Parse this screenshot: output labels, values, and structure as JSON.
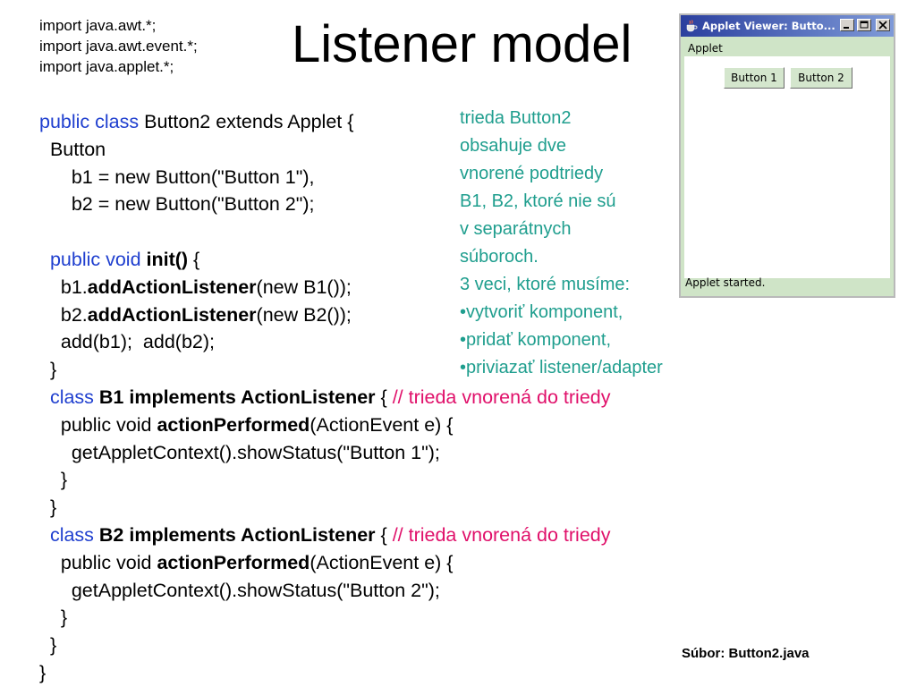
{
  "slide": {
    "title": "Listener model",
    "imports": [
      "import java.awt.*;",
      "import java.awt.event.*;",
      "import java.applet.*;"
    ],
    "file_label": "Súbor: Button2.java"
  },
  "code": {
    "l1_kw": "public class",
    "l1_rest": " Button2 extends Applet {",
    "l2": "  Button",
    "l3": "      b1 = new Button(\"Button 1\"),",
    "l4": "      b2 = new Button(\"Button 2\");",
    "l6_kw": "  public void ",
    "l6_bold": "init()",
    "l6_rest": " {",
    "l7_a": "    b1.",
    "l7_bold": "addActionListener",
    "l7_c": "(new B1());",
    "l8_a": "    b2.",
    "l8_bold": "addActionListener",
    "l8_c": "(new B2());",
    "l9": "    add(b1);  add(b2);",
    "l10": "  }",
    "l11_kw": "  class ",
    "l11_bold": "B1 implements ActionListener",
    "l11_rest": " { ",
    "l11_comment": "// trieda vnorená do triedy",
    "l12_a": "    public void ",
    "l12_bold": "actionPerformed",
    "l12_c": "(ActionEvent e) {",
    "l13": "      getAppletContext().showStatus(\"Button 1\");",
    "l14": "    }",
    "l15": "  }",
    "l16_kw": "  class ",
    "l16_bold": "B2 implements ActionListener",
    "l16_rest": " { ",
    "l16_comment": "// trieda vnorená do triedy",
    "l17_a": "    public void ",
    "l17_bold": "actionPerformed",
    "l17_c": "(ActionEvent e) {",
    "l18": "      getAppletContext().showStatus(\"Button 2\");",
    "l19": "    }",
    "l20": "  }",
    "l21": "}"
  },
  "note": {
    "lines": [
      "trieda Button2",
      "obsahuje dve",
      "vnorené podtriedy",
      "B1, B2, ktoré nie sú",
      "v separátnych",
      "súboroch.",
      "3 veci, ktoré musíme:",
      "•vytvoriť komponent,",
      "•pridať komponent,",
      "•priviazať listener/adapter"
    ]
  },
  "applet": {
    "window_title": "Applet Viewer: Butto...",
    "menu": "Applet",
    "button1": "Button 1",
    "button2": "Button 2",
    "status": "Applet started."
  },
  "colors": {
    "keyword": "#1f3fcf",
    "comment": "#e0106a",
    "note": "#1f9e8e",
    "applet_bg": "#cfe4c7"
  },
  "icons": {
    "applet_window": "java-cup-icon",
    "minimize": "minimize-icon",
    "maximize": "maximize-icon",
    "close": "close-icon"
  }
}
